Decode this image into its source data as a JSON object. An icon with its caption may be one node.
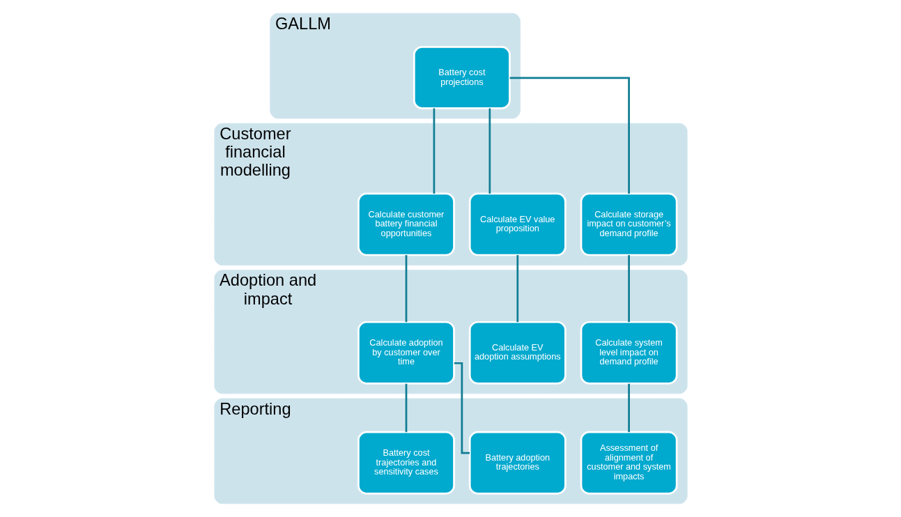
{
  "diagram": {
    "nodes": [
      {
        "text": [
          "GALLM"
        ]
      },
      {
        "text": [
          "Battery cost projections"
        ],
        "in": 0
      },
      {
        "text": [
          "Customer financial modelling"
        ]
      },
      {
        "text": [
          "Calculate customer battery financial opportunities"
        ],
        "in": 2
      },
      {
        "text": [
          "Calculate EV value proposition"
        ],
        "in": 2
      },
      {
        "text": [
          "Calculate storage impact on customer’s demand profile"
        ],
        "in": 2
      },
      {
        "text": [
          "Adoption and impact"
        ]
      },
      {
        "text": [
          "Calculate adoption by customer over time"
        ],
        "in": 6
      },
      {
        "text": [
          "Calculate EV adoption assumptions"
        ],
        "in": 6
      },
      {
        "text": [
          "Calculate system level impact on demand profile"
        ],
        "in": 6
      },
      {
        "text": [
          "Reporting"
        ]
      },
      {
        "text": [
          "Battery cost trajectories and sensitivity cases"
        ],
        "in": 10
      },
      {
        "text": [
          "Battery adoption trajectories"
        ],
        "in": 10
      },
      {
        "text": [
          "Assessment of alignment of customer and system impacts"
        ],
        "in": 10
      }
    ],
    "edges": [
      {
        "from": 1,
        "to": 3,
        "arrow": "none"
      },
      {
        "from": 1,
        "to": 4,
        "arrow": "none"
      },
      {
        "from": 1,
        "to": 5,
        "arrow": "none"
      },
      {
        "from": 3,
        "to": 7,
        "arrow": "none"
      },
      {
        "from": 4,
        "to": 8,
        "arrow": "none"
      },
      {
        "from": 5,
        "to": 9,
        "arrow": "none"
      },
      {
        "from": 7,
        "to": 11,
        "arrow": "none"
      },
      {
        "from": 7,
        "to": 12,
        "arrow": "none"
      },
      {
        "from": 9,
        "to": 13,
        "arrow": "none"
      }
    ]
  }
}
